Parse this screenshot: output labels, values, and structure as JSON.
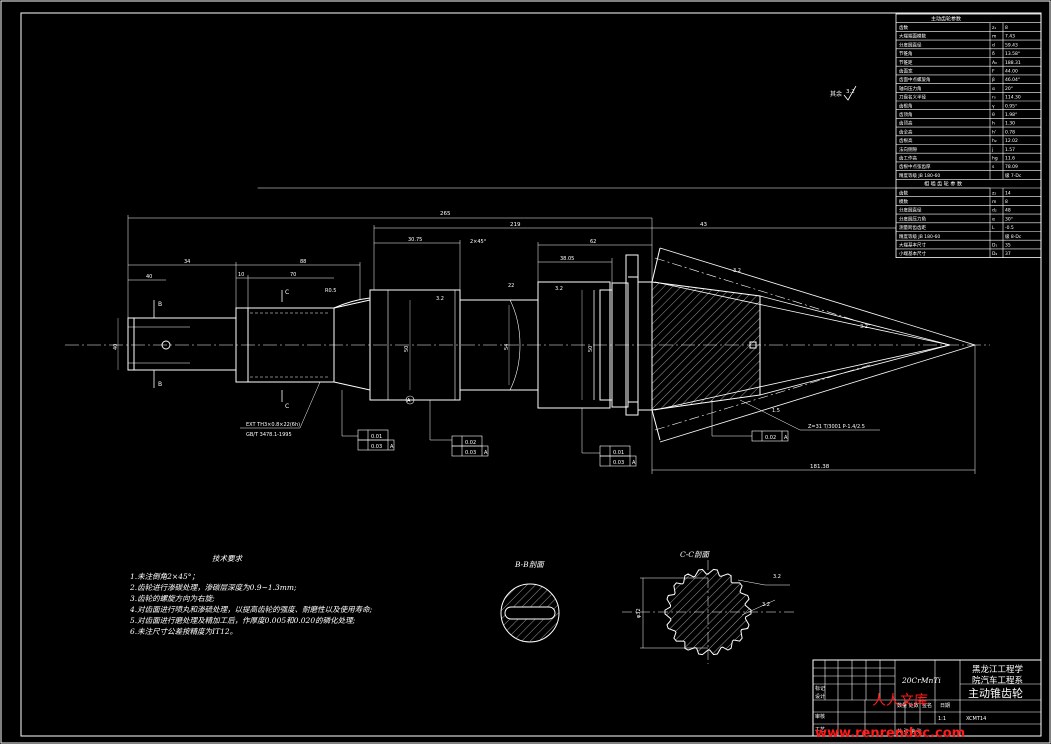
{
  "params_table": {
    "title": "主动齿轮参数",
    "rows": [
      {
        "name": "齿数",
        "sym": "z₁",
        "val": "8"
      },
      {
        "name": "大端端面模数",
        "sym": "m",
        "val": "7.43"
      },
      {
        "name": "分度圆直径",
        "sym": "d",
        "val": "59.43"
      },
      {
        "name": "节锥角",
        "sym": "δ",
        "val": "13.58°"
      },
      {
        "name": "节锥距",
        "sym": "A₀",
        "val": "188.31"
      },
      {
        "name": "齿面宽",
        "sym": "F",
        "val": "44.00"
      },
      {
        "name": "齿面中点螺旋角",
        "sym": "β",
        "val": "46.04°"
      },
      {
        "name": "轴向压力角",
        "sym": "α",
        "val": "20°"
      },
      {
        "name": "刀盘名义半径",
        "sym": "r₀",
        "val": "114.30"
      },
      {
        "name": "齿根角",
        "sym": "γ",
        "val": "0.95°"
      },
      {
        "name": "齿顶角",
        "sym": "θ",
        "val": "1.98°"
      },
      {
        "name": "齿顶高",
        "sym": "h",
        "val": "1.30"
      },
      {
        "name": "齿全高",
        "sym": "h'",
        "val": "0.78"
      },
      {
        "name": "齿根高",
        "sym": "h₂",
        "val": "12.02"
      },
      {
        "name": "法向侧隙",
        "sym": "j",
        "val": "1.57"
      },
      {
        "name": "齿工作高",
        "sym": "hg",
        "val": "11.6"
      },
      {
        "name": "齿根中点弦齿厚",
        "sym": "s",
        "val": "78.09"
      },
      {
        "name": "精度等级 JB 180-60",
        "sym": "",
        "val": "级 7-Dc"
      }
    ],
    "section2_title": "相 啮 齿 轮 参 数",
    "rows2": [
      {
        "name": "齿数",
        "sym": "z₂",
        "val": "14"
      },
      {
        "name": "模数",
        "sym": "m",
        "val": "8"
      },
      {
        "name": "分度圆直径",
        "sym": "d₂",
        "val": "48"
      },
      {
        "name": "分度圆压力角",
        "sym": "α",
        "val": "30°"
      },
      {
        "name": "测量跨齿齿距",
        "sym": "L",
        "val": "-0.5"
      },
      {
        "name": "精度等级 JB 180-60",
        "sym": "",
        "val": "级 8-Dc"
      },
      {
        "name": "大端基本尺寸",
        "sym": "D₁",
        "val": "35"
      },
      {
        "name": "小端基本尺寸",
        "sym": "D₂",
        "val": "37"
      }
    ]
  },
  "dims": {
    "overall": "265",
    "d219": "219",
    "d40": "40",
    "d34": "34",
    "d10": "10",
    "d70": "70",
    "d88": "88",
    "d30_75": "30.75",
    "d62": "62",
    "d38_05": "38.05",
    "d43": "43",
    "d2x45": "2×45°",
    "r05": "R0.5",
    "d22": "22",
    "d181": "181.38",
    "cr": "1.5",
    "ra": "3.2",
    "h1": "40",
    "h2": "50",
    "h3": "54",
    "h4": "50",
    "ra_top": "其余 "
  },
  "labels": {
    "secB": "B",
    "secC": "C",
    "datumA": "A",
    "thread_note1": "EXT  TH3×0.8×22(6h)",
    "thread_note2": "GB/T  3478.1-1995",
    "gear_note": "Z=31 T/3001 P-1.4/2.5",
    "tol1a": "0.01",
    "tol1b": "0.03",
    "tol2a": "0.02",
    "tol2b": "0.03",
    "tol3a": "0.01",
    "tol3b": "0.03",
    "tol4a": "0.02",
    "tolA": "A",
    "sec_bb": "B-B剖面",
    "sec_cc": "C-C剖面",
    "cc_dim": "φ32",
    "cc_ra": "3.2"
  },
  "notes": {
    "title": "技术要求",
    "items": [
      "1.未注倒角2×45°；",
      "2.齿轮进行渗碳处理，渗碳层深度为0.9~1.3mm;",
      "3.齿轮的螺旋方向为右旋;",
      "4.对齿面进行喷丸和渗硫处理，以提高齿轮的强度、耐磨性以及使用寿命;",
      "5.对齿面进行磨处理及精加工后，作厚度0.005和0.020的磷化处理;",
      "6.未注尺寸公差按精度为IT12。"
    ]
  },
  "titleblock": {
    "material": "20CrMnTi",
    "school1": "黑龙江工程学",
    "school2": "院汽车工程系",
    "partname": "主动锥齿轮",
    "row_labels": [
      "标记",
      "设计",
      "审核",
      "工艺"
    ],
    "mid_labels": [
      "数量 处数",
      "签名",
      "日期"
    ],
    "scale": "1:1",
    "sheet": "共 张 第 张",
    "drawing_no": "XCMT14"
  },
  "watermark": {
    "cn": "人人文库",
    "url": "www.renrendoc.com"
  },
  "colors": {
    "line": "#ffffff",
    "watermark": "#ff1a1a",
    "background": "#000000"
  }
}
